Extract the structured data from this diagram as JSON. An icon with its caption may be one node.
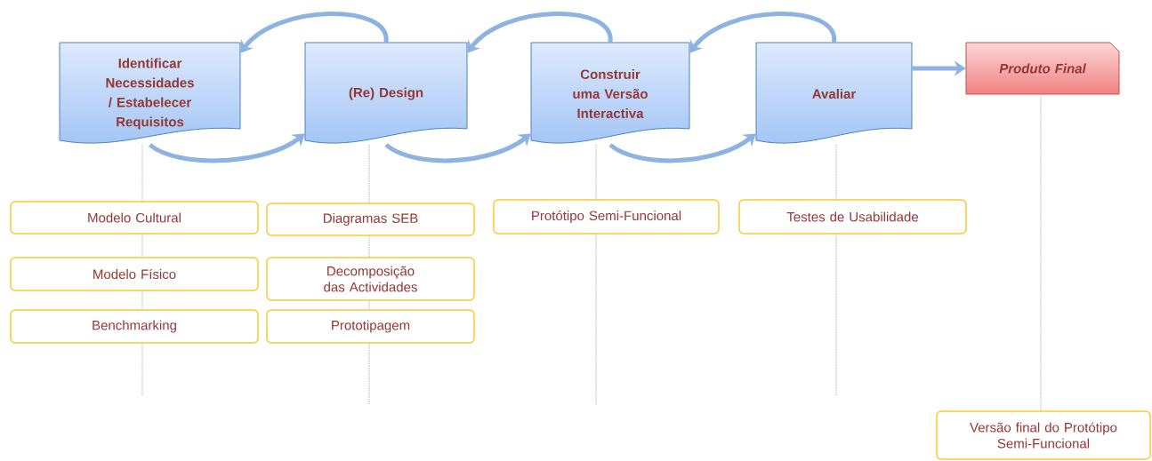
{
  "diagram": {
    "nodes": [
      {
        "text": [
          "Identificar Necessidades / Estabelecer Requisitos"
        ]
      },
      {
        "text": [
          "(Re) Design"
        ]
      },
      {
        "text": [
          "Construir uma Versão Interactiva"
        ]
      },
      {
        "text": [
          "Avaliar"
        ]
      },
      {
        "text": [
          "Produto Final"
        ]
      },
      {
        "text": [
          "Modelo Cultural"
        ]
      },
      {
        "text": [
          "Modelo Físico"
        ]
      },
      {
        "text": [
          "Benchmarking"
        ]
      },
      {
        "text": [
          "Diagramas SEB"
        ]
      },
      {
        "text": [
          "Decomposição das Actividades"
        ]
      },
      {
        "text": [
          "Prototipagem"
        ]
      },
      {
        "text": [
          "Protótipo Semi-Funcional"
        ]
      },
      {
        "text": [
          "Testes de Usabilidade"
        ]
      },
      {
        "text": [
          "Versão final do Protótipo Semi-Funcional"
        ]
      }
    ],
    "edges": [
      {
        "from": 0,
        "to": 1,
        "arrow": "to",
        "style": "thick",
        "color": "#8db3e2"
      },
      {
        "from": 1,
        "to": 0,
        "arrow": "to",
        "style": "thick",
        "color": "#8db3e2"
      },
      {
        "from": 1,
        "to": 2,
        "arrow": "to",
        "style": "thick",
        "color": "#8db3e2"
      },
      {
        "from": 2,
        "to": 1,
        "arrow": "to",
        "style": "thick",
        "color": "#8db3e2"
      },
      {
        "from": 2,
        "to": 3,
        "arrow": "to",
        "style": "thick",
        "color": "#8db3e2"
      },
      {
        "from": 3,
        "to": 2,
        "arrow": "to",
        "style": "thick",
        "color": "#8db3e2"
      },
      {
        "from": 3,
        "to": 4,
        "arrow": "to",
        "style": "thick",
        "color": "#8db3e2"
      },
      {
        "from": 0,
        "to": 5,
        "arrow": "none",
        "style": "dashed"
      },
      {
        "from": 5,
        "to": 6,
        "arrow": "none",
        "style": "dashed"
      },
      {
        "from": 6,
        "to": 7,
        "arrow": "none",
        "style": "dashed"
      },
      {
        "from": 7,
        "to": null,
        "arrow": "none",
        "style": "dashed"
      },
      {
        "from": 1,
        "to": 8,
        "arrow": "none",
        "style": "dashed"
      },
      {
        "from": 8,
        "to": 9,
        "arrow": "none",
        "style": "dashed"
      },
      {
        "from": 9,
        "to": 10,
        "arrow": "none",
        "style": "dashed"
      },
      {
        "from": 10,
        "to": null,
        "arrow": "none",
        "style": "dashed"
      },
      {
        "from": 2,
        "to": 11,
        "arrow": "none",
        "style": "dashed"
      },
      {
        "from": 11,
        "to": null,
        "arrow": "none",
        "style": "dashed"
      },
      {
        "from": 3,
        "to": 12,
        "arrow": "none",
        "style": "dashed"
      },
      {
        "from": 12,
        "to": null,
        "arrow": "none",
        "style": "dashed"
      },
      {
        "from": 4,
        "to": 13,
        "arrow": "none",
        "style": "dashed"
      }
    ]
  }
}
